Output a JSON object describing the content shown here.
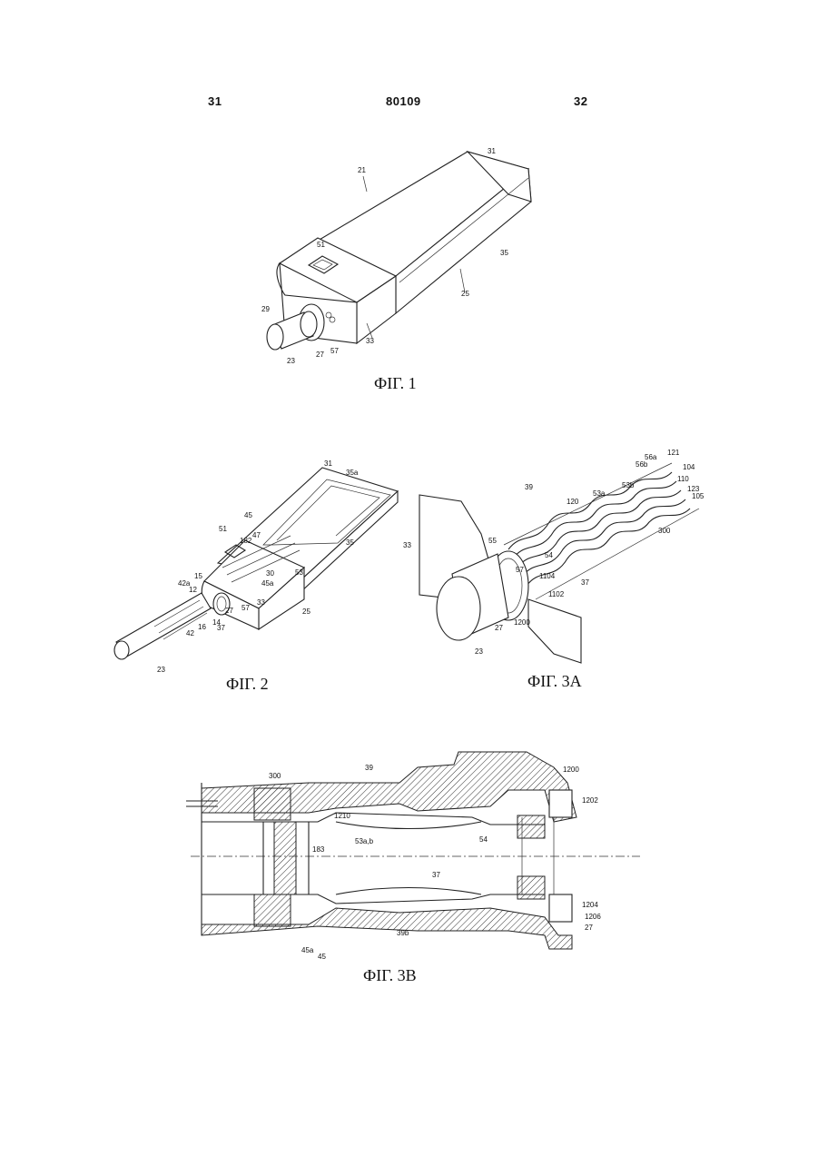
{
  "page_header": {
    "left_page": "31",
    "patent_number": "80109",
    "right_page": "32"
  },
  "figures": [
    {
      "caption": "ФIГ. 1",
      "labels": [
        "31",
        "21",
        "51",
        "35",
        "25",
        "29",
        "33",
        "23",
        "27",
        "57"
      ]
    },
    {
      "caption": "ФIГ. 2",
      "labels": [
        "31",
        "35a",
        "45",
        "35",
        "51",
        "182",
        "47",
        "30",
        "45a",
        "53",
        "42a",
        "15",
        "12",
        "14",
        "16",
        "42",
        "37",
        "27",
        "57",
        "33",
        "25",
        "23"
      ]
    },
    {
      "caption": "ФIГ. 3A",
      "labels": [
        "56a",
        "121",
        "39",
        "56b",
        "104",
        "53a",
        "53b",
        "110",
        "120",
        "123",
        "105",
        "300",
        "33",
        "55",
        "54",
        "57",
        "1104",
        "1102",
        "1200",
        "27",
        "37",
        "23"
      ]
    },
    {
      "caption": "ФIГ. 3B",
      "labels": [
        "300",
        "39",
        "1200",
        "1202",
        "1210",
        "53a,b",
        "54",
        "183",
        "37",
        "1204",
        "1206",
        "27",
        "45a",
        "45",
        "39b"
      ]
    }
  ]
}
